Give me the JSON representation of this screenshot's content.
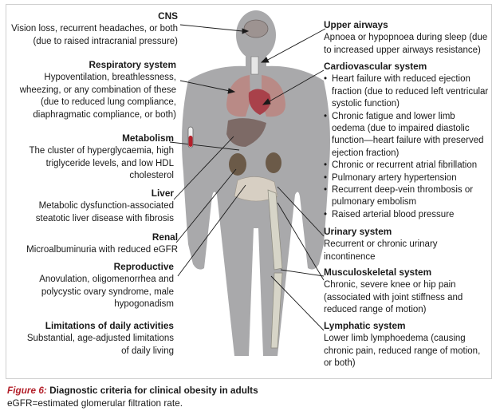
{
  "left_blocks": [
    {
      "title": "CNS",
      "text": "Vision loss, recurrent headaches, or both (due to raised intracranial pressure)"
    },
    {
      "title": "Respiratory system",
      "text": "Hypoventilation, breathlessness, wheezing, or any combination of these (due to reduced lung compliance, diaphragmatic compliance, or both)"
    },
    {
      "title": "Metabolism",
      "text": "The cluster of hyperglycaemia, high triglyceride levels, and low HDL cholesterol"
    },
    {
      "title": "Liver",
      "text": "Metabolic dysfunction-associated steatotic liver disease with fibrosis"
    },
    {
      "title": "Renal",
      "text": "Microalbuminuria with reduced eGFR"
    },
    {
      "title": "Reproductive",
      "text": "Anovulation, oligomenorrhea and polycystic ovary syndrome, male hypogonadism"
    },
    {
      "title": "Limitations of daily activities",
      "text": "Substantial, age-adjusted limitations of daily living"
    }
  ],
  "right_blocks": [
    {
      "title": "Upper airways",
      "text": "Apnoea or hypopnoea during sleep (due to increased upper airways resistance)"
    },
    {
      "title": "Cardiovascular system",
      "bullets": [
        "Heart failure with reduced ejection fraction (due to reduced left ventricular systolic function)",
        "Chronic fatigue and lower limb oedema (due to impaired diastolic function—heart failure with preserved ejection fraction)",
        "Chronic or recurrent atrial fibrillation",
        "Pulmonary artery hypertension",
        "Recurrent deep-vein thrombosis or pulmonary embolism",
        "Raised arterial blood pressure"
      ]
    },
    {
      "title": "Urinary system",
      "text": "Recurrent or chronic urinary incontinence"
    },
    {
      "title": "Musculoskeletal system",
      "text": "Chronic, severe knee or hip pain (associated with joint stiffness and reduced range of motion)"
    },
    {
      "title": "Lymphatic system",
      "text": "Lower limb lymphoedema (causing chronic pain, reduced range of motion, or both)"
    }
  ],
  "caption": {
    "label": "Figure 6:",
    "title": "Diagnostic criteria for clinical obesity in adults",
    "note": "eGFR=estimated glomerular filtration rate."
  },
  "colors": {
    "silhouette": "#a9a9ab",
    "lung": "#b98a86",
    "heart": "#a9414a",
    "liver": "#7d6a66",
    "kidney": "#6b5a48",
    "bone": "#d7d5c8",
    "brain": "#9d9391",
    "caption_label": "#b3202a"
  },
  "icons": [
    "test-tube-icon"
  ]
}
